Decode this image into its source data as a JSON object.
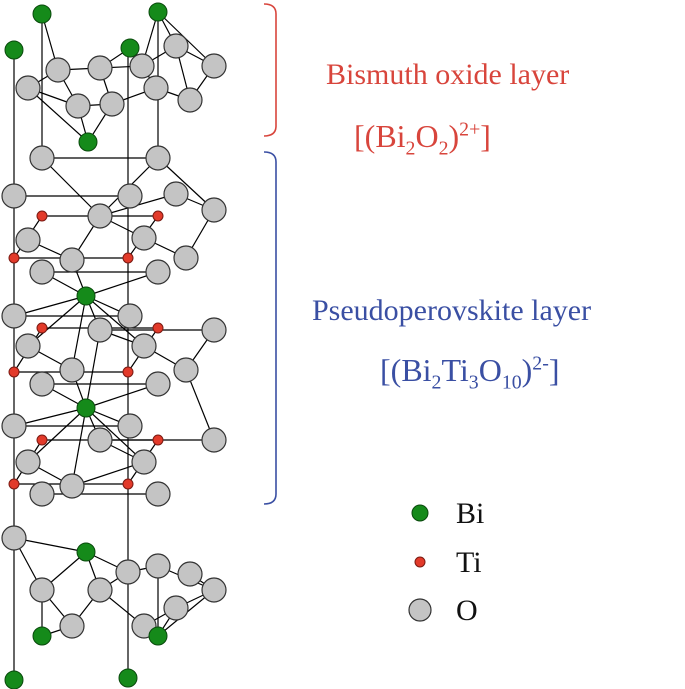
{
  "colors": {
    "bi": "#158a1a",
    "ti": "#e23a2a",
    "o": "#c4c4c4",
    "bond": "#000000",
    "oxide_bracket": "#d8453c",
    "perovskite_bracket": "#3a4fa3"
  },
  "bismuth_oxide": {
    "title": "Bismuth oxide layer",
    "formula": {
      "open": "[(Bi",
      "sub1": "2",
      "mid": "O",
      "sub2": "2",
      "close_paren": ")",
      "charge": "2+",
      "close": "]"
    }
  },
  "pseudoperovskite": {
    "title": "Pseudoperovskite layer",
    "formula": {
      "open": "[(Bi",
      "sub1": "2",
      "mid1": "Ti",
      "sub2": "3",
      "mid2": "O",
      "sub3": "10",
      "close_paren": ")",
      "charge": "2-",
      "close": "]"
    }
  },
  "legend": [
    {
      "icon": "bi-atom-icon",
      "label": "Bi"
    },
    {
      "icon": "ti-atom-icon",
      "label": "Ti"
    },
    {
      "icon": "o-atom-icon",
      "label": "O"
    }
  ]
}
